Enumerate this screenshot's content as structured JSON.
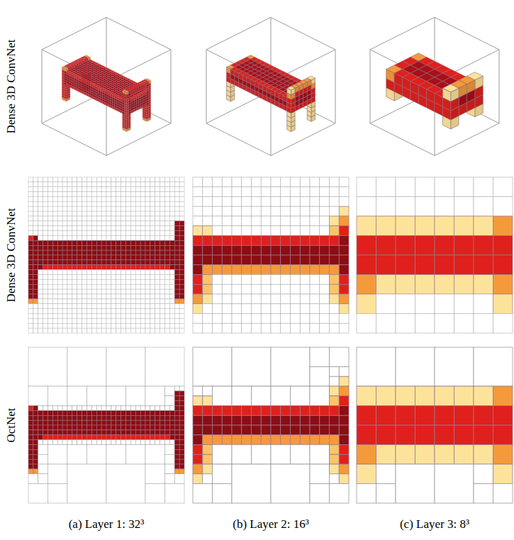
{
  "diagram": {
    "labels": [
      "Dense 3D ConvNet",
      "Dense 3D ConvNet",
      "OctNet",
      "(a) Layer 1: 32³",
      "(b) Layer 2: 16³",
      "(c) Layer 3: 8³"
    ]
  }
}
